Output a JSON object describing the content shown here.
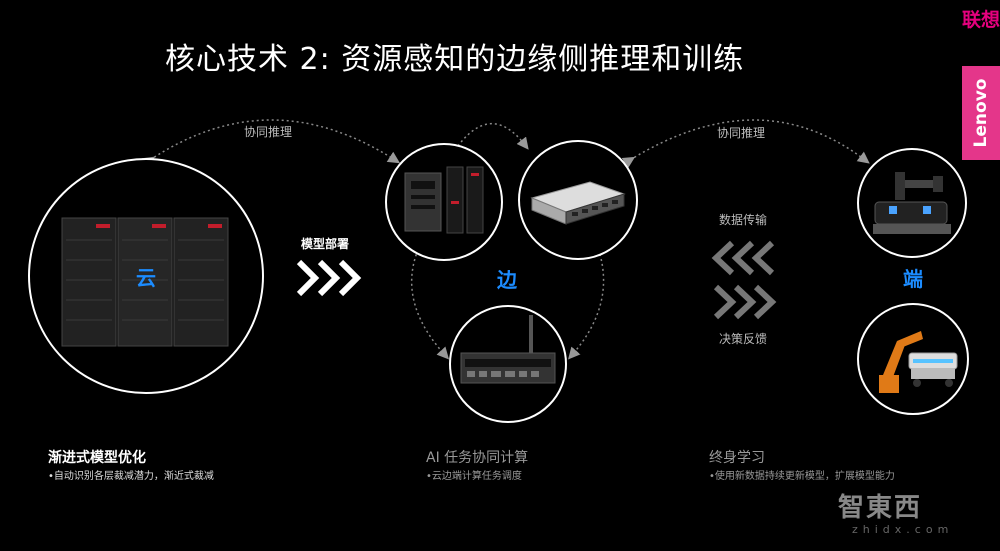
{
  "title": "核心技术 2: 资源感知的边缘侧推理和训练",
  "brand": {
    "cn": "联想",
    "en": "Lenovo"
  },
  "labels": {
    "collab_left": "协同推理",
    "collab_right": "协同推理",
    "deploy": "模型部署",
    "data_transfer": "数据传输",
    "decision_feedback": "决策反馈",
    "cloud": "云",
    "edge": "边",
    "device": "端"
  },
  "sections": {
    "left": {
      "title": "渐进式模型优化",
      "sub": "•自动识别各层裁减潜力，渐近式裁减"
    },
    "middle": {
      "title": "AI 任务协同计算",
      "sub": "•云边端计算任务调度"
    },
    "right": {
      "title": "终身学习",
      "sub": "•使用新数据持续更新模型，扩展模型能力"
    }
  },
  "watermark": {
    "main": "智東西",
    "sub": "zhidx.com"
  },
  "colors": {
    "accent_blue": "#1c8cff",
    "brand_pink": "#e4368a"
  }
}
